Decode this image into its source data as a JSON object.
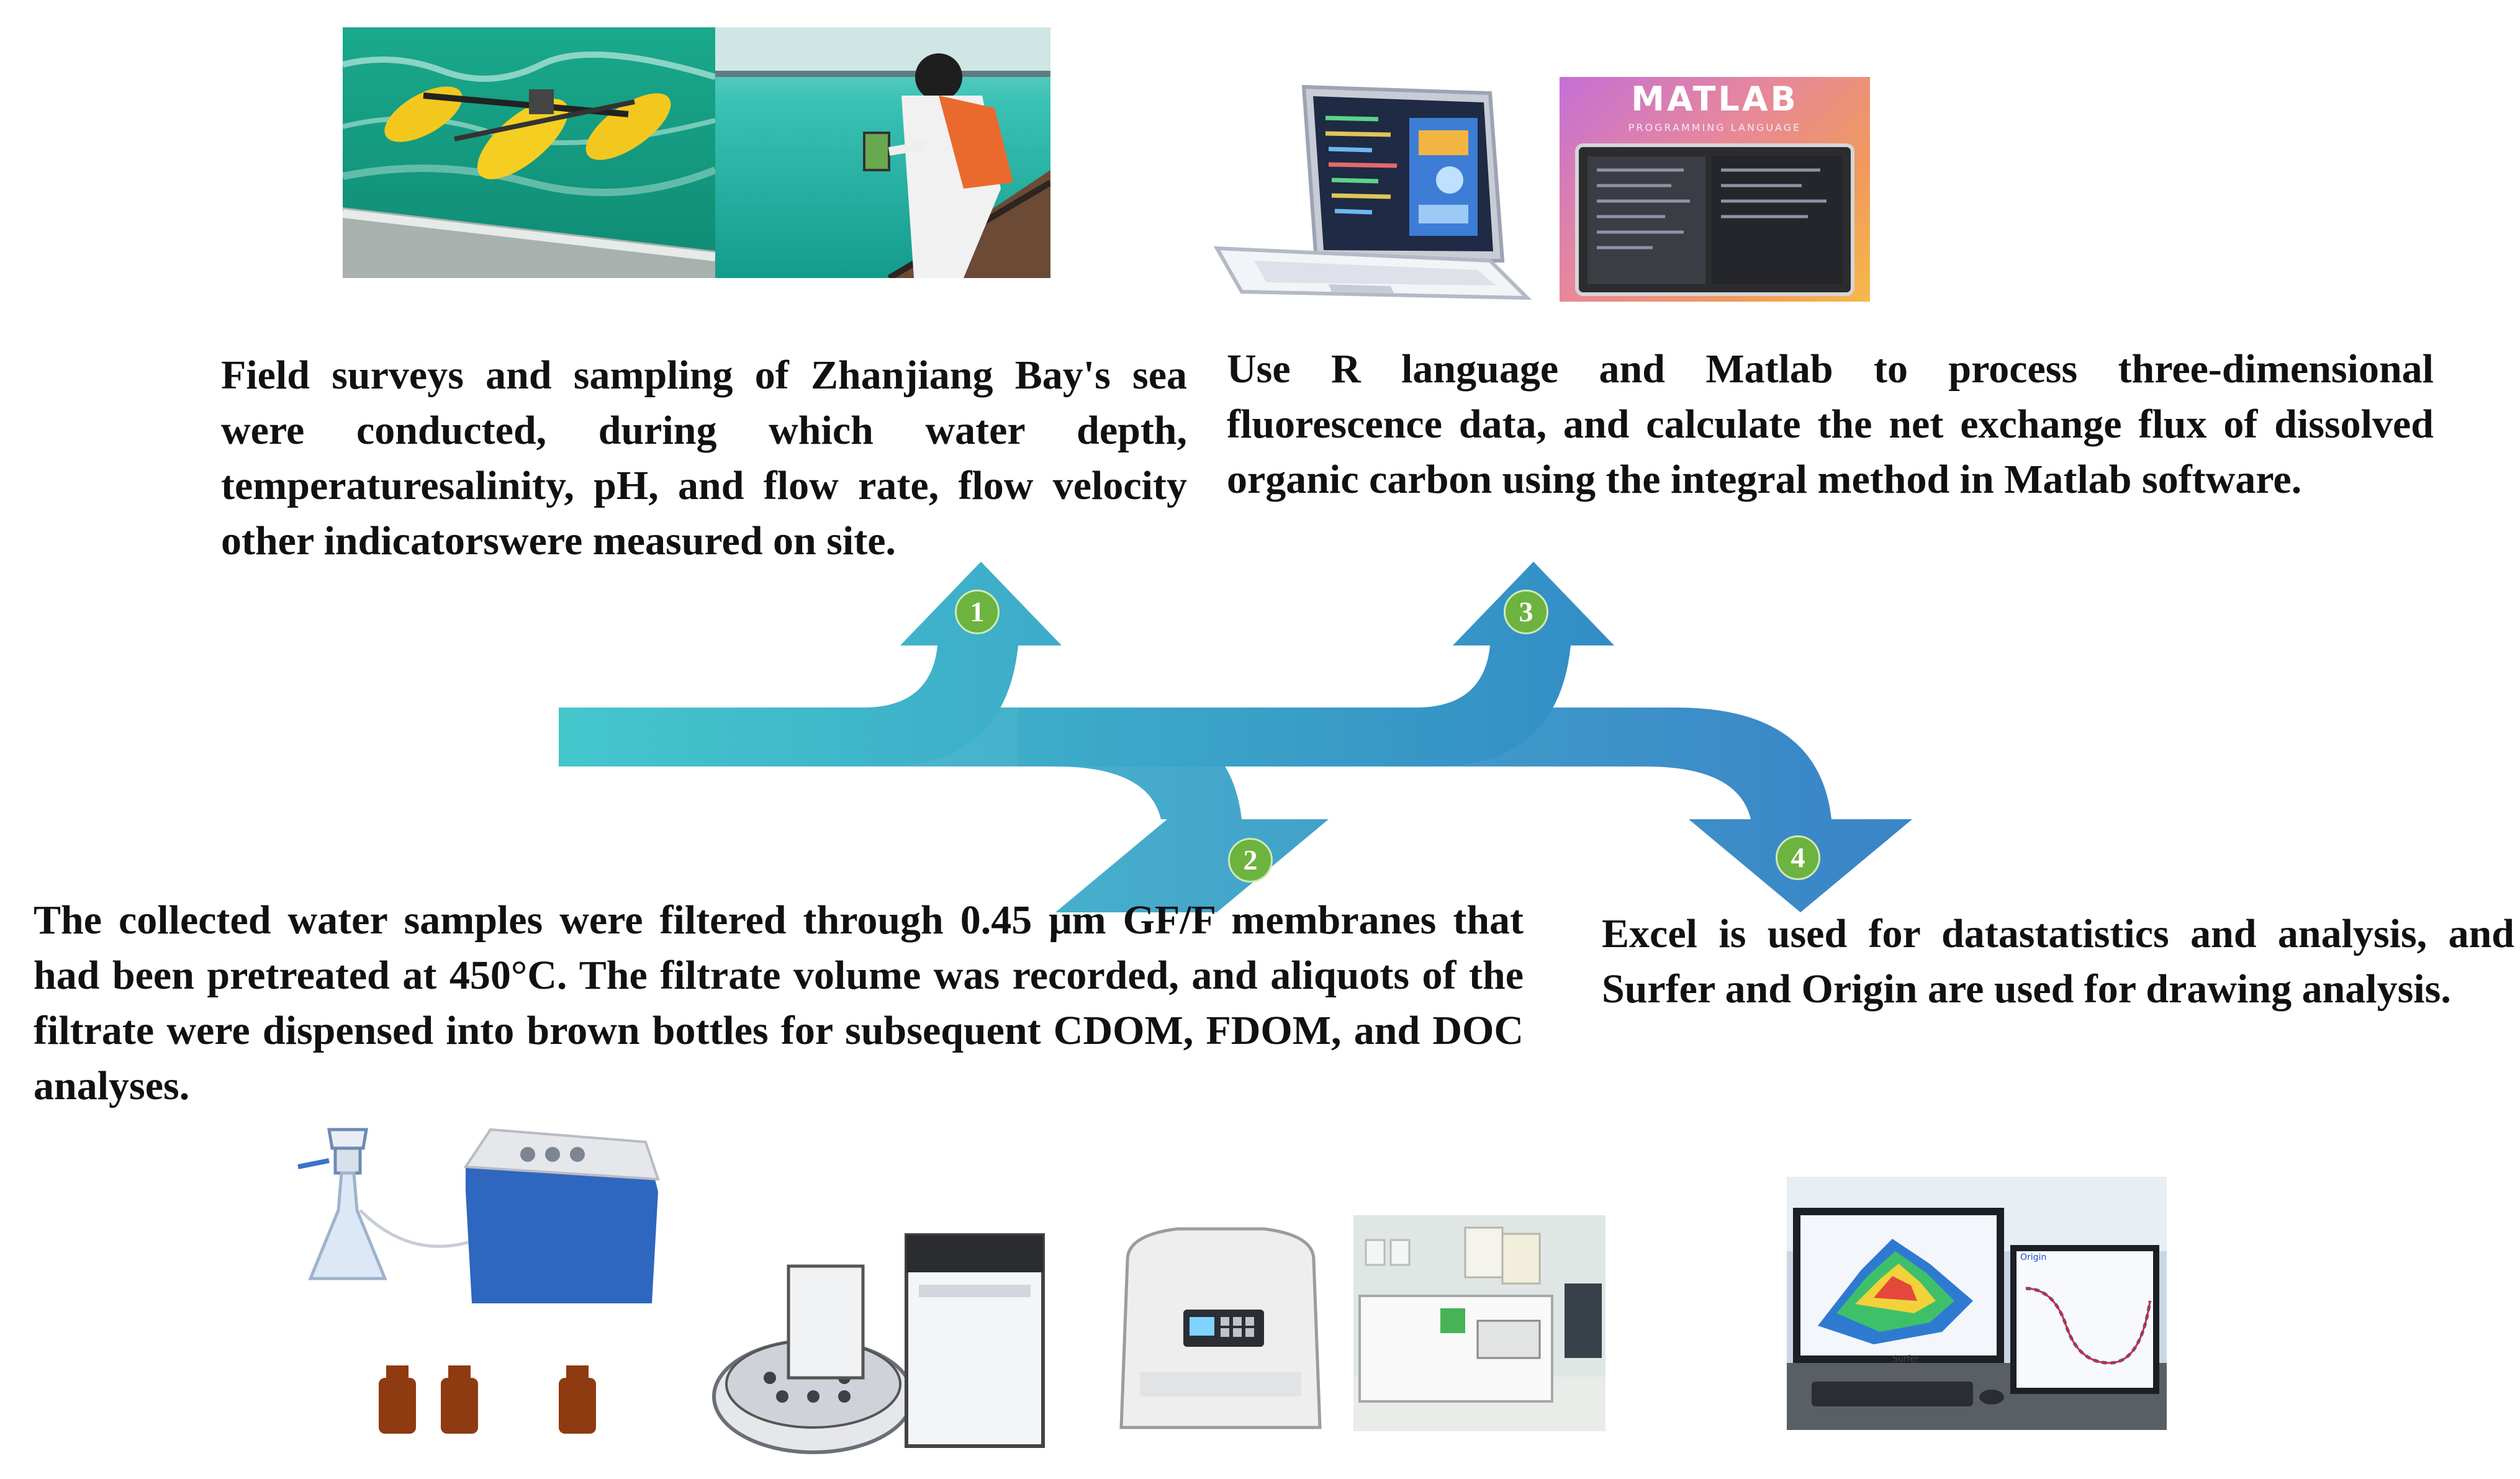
{
  "steps": [
    {
      "number": "1",
      "text": "Field surveys and sampling of Zhanjiang Bay's sea were conducted, during which water depth, temperaturesalinity, pH, and flow rate, flow velocity other indicatorswere measured on site."
    },
    {
      "number": "2",
      "text": "The collected water samples were filtered through 0.45 μm GF/F membranes that had been pretreated at 450°C. The filtrate volume was recorded, and aliquots of the filtrate were dispensed into brown bottles for subsequent CDOM, FDOM, and DOC analyses."
    },
    {
      "number": "3",
      "text": "Use R language and Matlab to process three-dimensional fluorescence data, and calculate the net exchange flux of dissolved organic carbon using the integral method in Matlab software."
    },
    {
      "number": "4",
      "text": "Excel is used for datastatistics and analysis, and Surfer and Origin are used for drawing analysis."
    }
  ],
  "images": {
    "matlab_wordmark": "MATLAB",
    "matlab_subtitle": "PROGRAMMING LANGUAGE",
    "surfer_label": "Surfer",
    "origin_label": "Origin"
  },
  "colors": {
    "arrow_start": "#45c6cc",
    "arrow_end": "#2f7fc4",
    "badge": "#6cb33f",
    "text": "#111111"
  }
}
